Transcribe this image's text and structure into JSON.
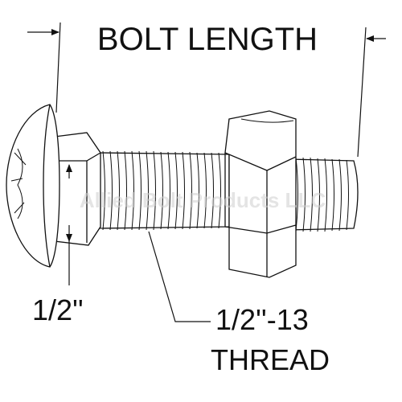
{
  "labels": {
    "bolt_length": "BOLT LENGTH",
    "shank_size": "1/2''",
    "thread_line1": "1/2''-13",
    "thread_line2": "THREAD"
  },
  "watermark": "Allied Bolt Products LLC",
  "colors": {
    "line": "#111111",
    "watermark": "#cfcfcf"
  }
}
